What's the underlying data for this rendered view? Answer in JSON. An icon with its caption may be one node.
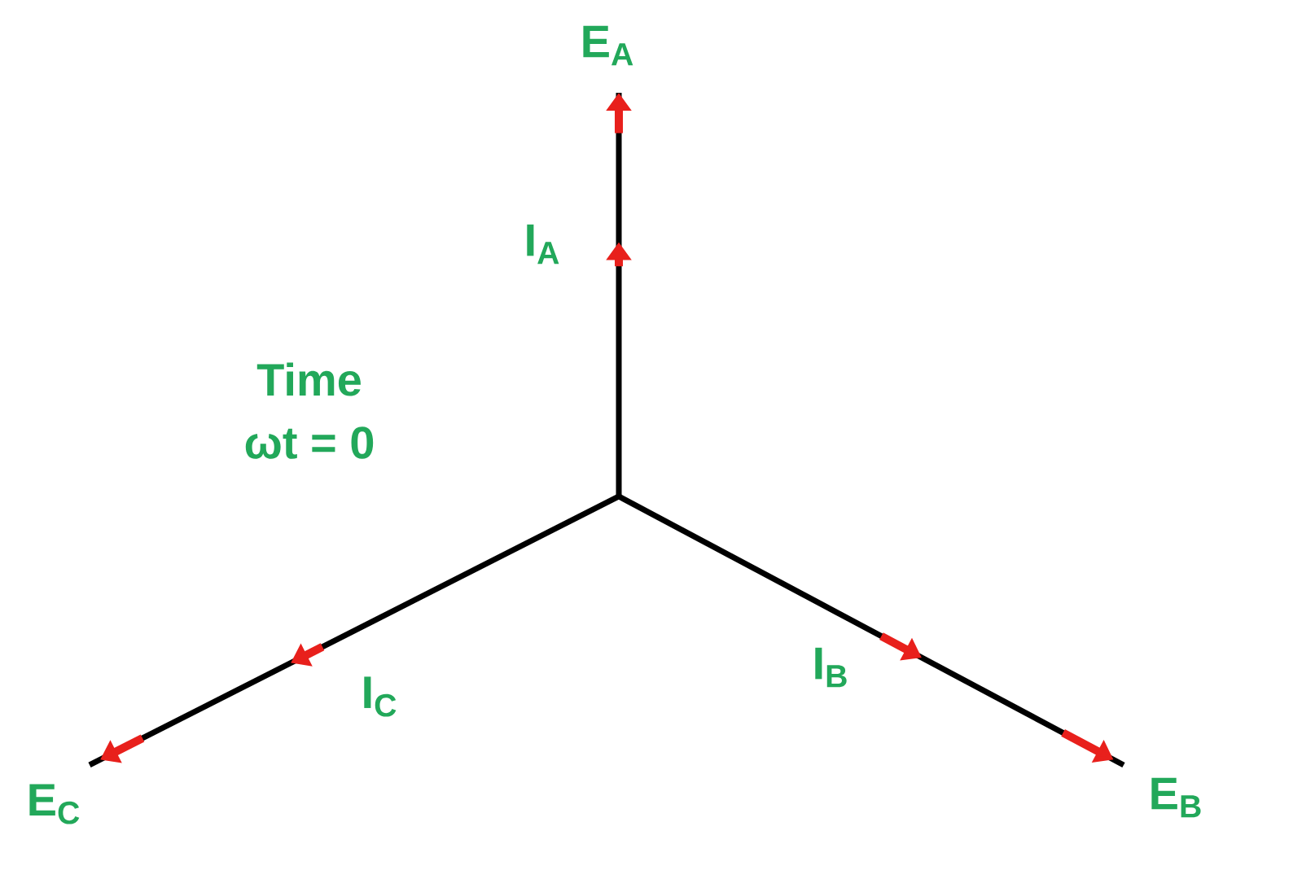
{
  "diagram": {
    "labels": [
      "E$_{A}$",
      "I$_{A}$",
      "Time",
      "ωt = 0",
      "I$_{C}$",
      "I$_{B}$",
      "E$_{C}$",
      "E$_{B}$"
    ]
  }
}
